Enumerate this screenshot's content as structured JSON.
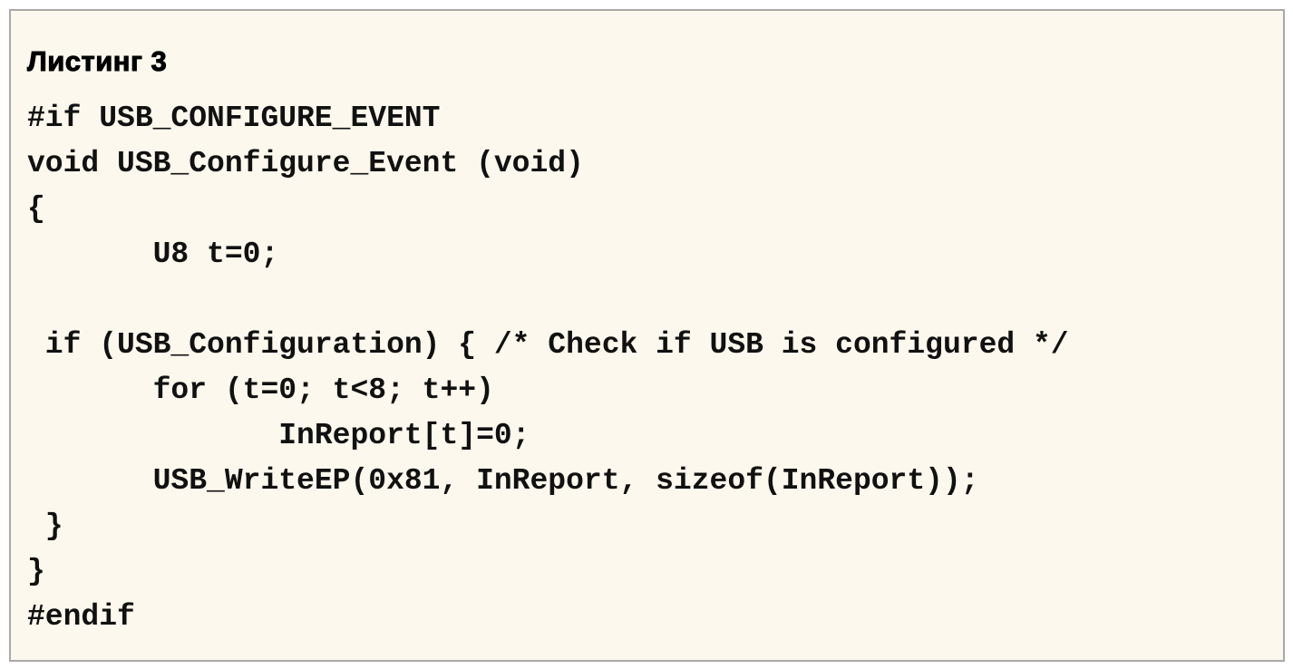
{
  "title": "Листинг 3",
  "code_lines": [
    "#if USB_CONFIGURE_EVENT",
    "void USB_Configure_Event (void)",
    "{",
    "       U8 t=0;",
    "",
    " if (USB_Configuration) { /* Check if USB is configured */",
    "       for (t=0; t<8; t++)",
    "              InReport[t]=0;",
    "       USB_WriteEP(0x81, InReport, sizeof(InReport));",
    " }",
    "}",
    "#endif"
  ]
}
